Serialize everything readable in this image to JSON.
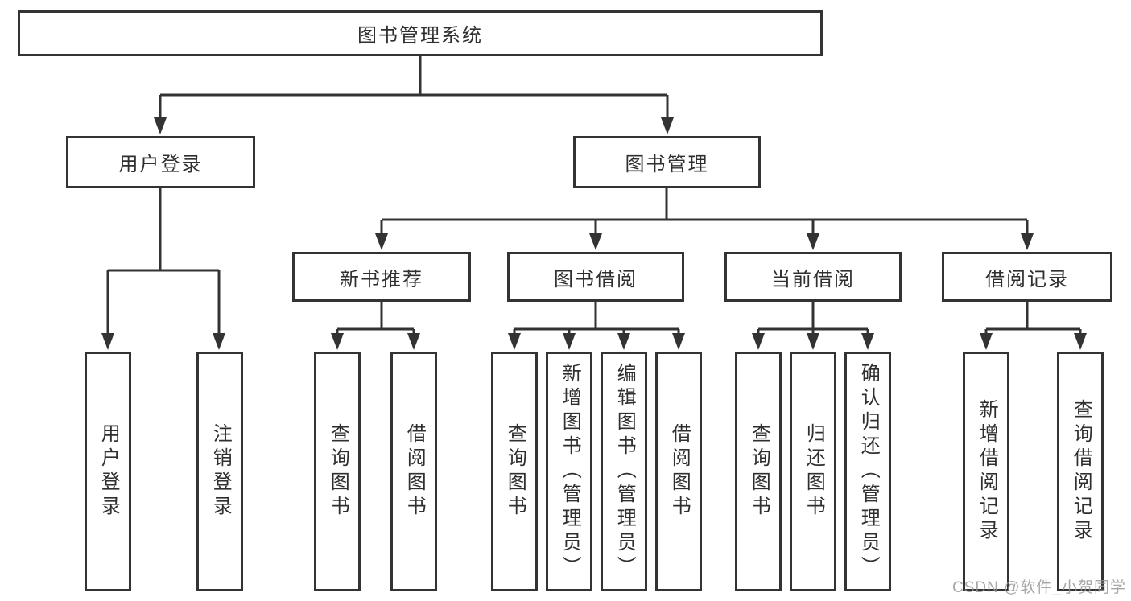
{
  "colors": {
    "line": "#333333",
    "box_border": "#333333",
    "text": "#2f2f2f",
    "background": "#ffffff",
    "watermark": "#949494"
  },
  "tree": {
    "root": {
      "label": "图书管理系统"
    },
    "level2": [
      {
        "label": "用户登录"
      },
      {
        "label": "图书管理"
      }
    ],
    "level3": [
      {
        "label": "新书推荐"
      },
      {
        "label": "图书借阅"
      },
      {
        "label": "当前借阅"
      },
      {
        "label": "借阅记录"
      }
    ],
    "leaves": [
      {
        "label": "用户登录"
      },
      {
        "label": "注销登录"
      },
      {
        "label": "查询图书"
      },
      {
        "label": "借阅图书"
      },
      {
        "label": "查询图书"
      },
      {
        "label": "新增图书（管理员）"
      },
      {
        "label": "编辑图书（管理员）"
      },
      {
        "label": "借阅图书"
      },
      {
        "label": "查询图书"
      },
      {
        "label": "归还图书"
      },
      {
        "label": "确认归还（管理员）"
      },
      {
        "label": "新增借阅记录"
      },
      {
        "label": "查询借阅记录"
      }
    ]
  },
  "watermark": {
    "text": "CSDN @软件_小贺同学"
  }
}
